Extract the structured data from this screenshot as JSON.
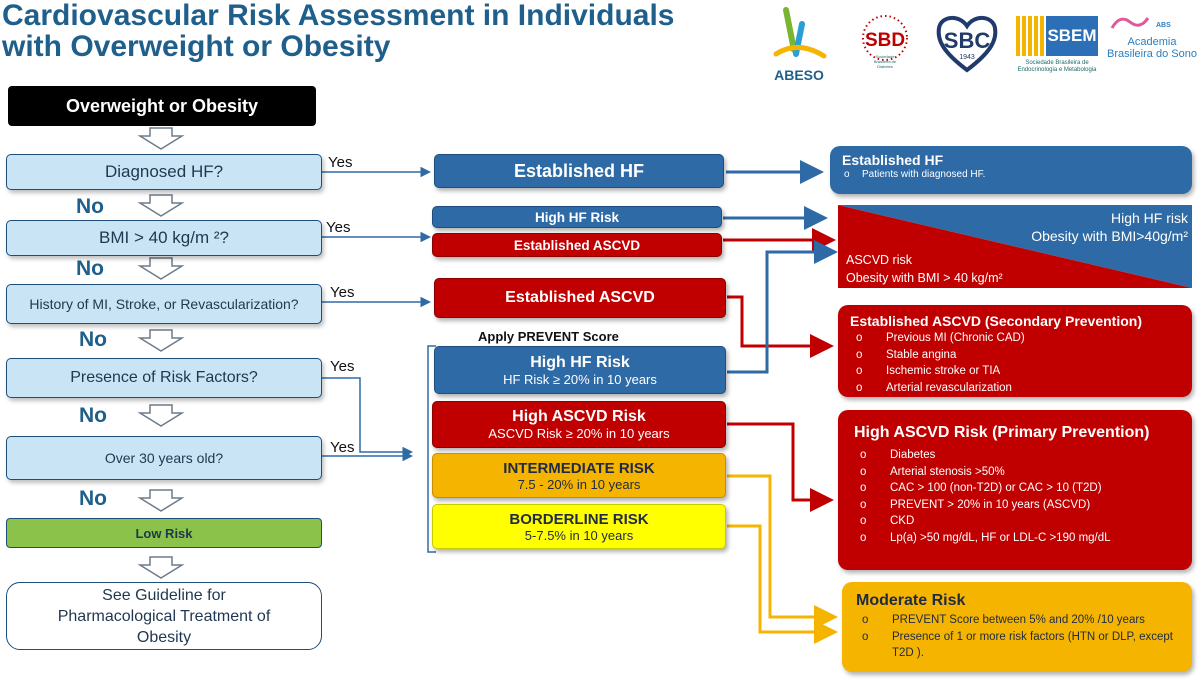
{
  "title": {
    "line1": "Cardiovascular Risk Assessment in Individuals",
    "line2": "with Overweight or Obesity"
  },
  "logos": [
    {
      "name": "ABESO"
    },
    {
      "name": "SBD",
      "sub": "Sociedade Brasileira de Diabetes"
    },
    {
      "name": "SBC",
      "sub": "1943"
    },
    {
      "name": "SBEM",
      "sub": "Sociedade Brasileira de Endocrinologia e Metabologia"
    },
    {
      "name": "ABS",
      "sub": "Academia Brasileira do Sono"
    }
  ],
  "left": {
    "start": "Overweight or Obesity",
    "q1": "Diagnosed HF?",
    "q2": "BMI > 40 kg/m ²?",
    "q3": "History of MI, Stroke, or Revascularization?",
    "q4": "Presence of Risk Factors?",
    "q5": "Over 30 years old?",
    "low_risk": "Low Risk",
    "guideline": "See Guideline for Pharmacological Treatment of Obesity",
    "no": "No",
    "yes": "Yes"
  },
  "middle": {
    "established_hf": "Established HF",
    "high_hf_risk_small": "High HF Risk",
    "established_ascvd_small": "Established ASCVD",
    "established_ascvd": "Established ASCVD",
    "prevent_label": "Apply PREVENT Score",
    "high_hf_risk": {
      "title": "High HF Risk",
      "sub": "HF Risk ≥ 20% in 10 years"
    },
    "high_ascvd_risk": {
      "title": "High ASCVD Risk",
      "sub": "ASCVD Risk ≥ 20% in 10 years"
    },
    "intermediate": {
      "title": "INTERMEDIATE RISK",
      "sub": "7.5 - 20% in 10 years"
    },
    "borderline": {
      "title": "BORDERLINE RISK",
      "sub": "5-7.5% in 10 years"
    }
  },
  "right": {
    "established_hf": {
      "title": "Established HF",
      "items": [
        "Patients with diagnosed HF."
      ]
    },
    "triangle": {
      "hf_line1": "High HF risk",
      "hf_line2": "Obesity with BMI>40g/m²",
      "ascvd_line1": "ASCVD risk",
      "ascvd_line2": "Obesity with BMI > 40 kg/m²"
    },
    "secondary": {
      "title": "Established ASCVD (Secondary Prevention)",
      "items": [
        "Previous MI (Chronic CAD)",
        "Stable angina",
        "Ischemic stroke or TIA",
        "Arterial revascularization"
      ]
    },
    "primary": {
      "title": "High ASCVD Risk (Primary Prevention)",
      "items": [
        "Diabetes",
        "Arterial stenosis >50%",
        "CAC > 100 (non-T2D) or CAC > 10 (T2D)",
        "PREVENT > 20% in 10 years (ASCVD)",
        "CKD",
        "Lp(a) >50 mg/dL, HF or LDL-C >190 mg/dL"
      ]
    },
    "moderate": {
      "title": "Moderate Risk",
      "items": [
        "PREVENT Score between 5% and 20% /10 years",
        "Presence of 1 or more risk factors (HTN or DLP, except T2D )."
      ]
    },
    "bullet": "o"
  },
  "colors": {
    "blue": "#2e6aa5",
    "red": "#c00000",
    "orange": "#f5b400",
    "yellow": "#ffff00",
    "green": "#8bc34a",
    "light_blue": "#c9e4f4",
    "title": "#1f5f8b"
  }
}
